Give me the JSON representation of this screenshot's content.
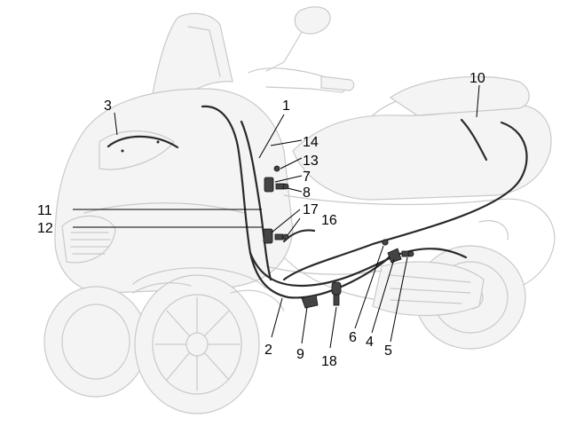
{
  "callouts": {
    "c1": "1",
    "c2": "2",
    "c3": "3",
    "c4": "4",
    "c5": "5",
    "c6": "6",
    "c7": "7",
    "c8": "8",
    "c9": "9",
    "c10": "10",
    "c11": "11",
    "c12": "12",
    "c13": "13",
    "c14": "14",
    "c16": "16",
    "c17": "17",
    "c18": "18"
  }
}
